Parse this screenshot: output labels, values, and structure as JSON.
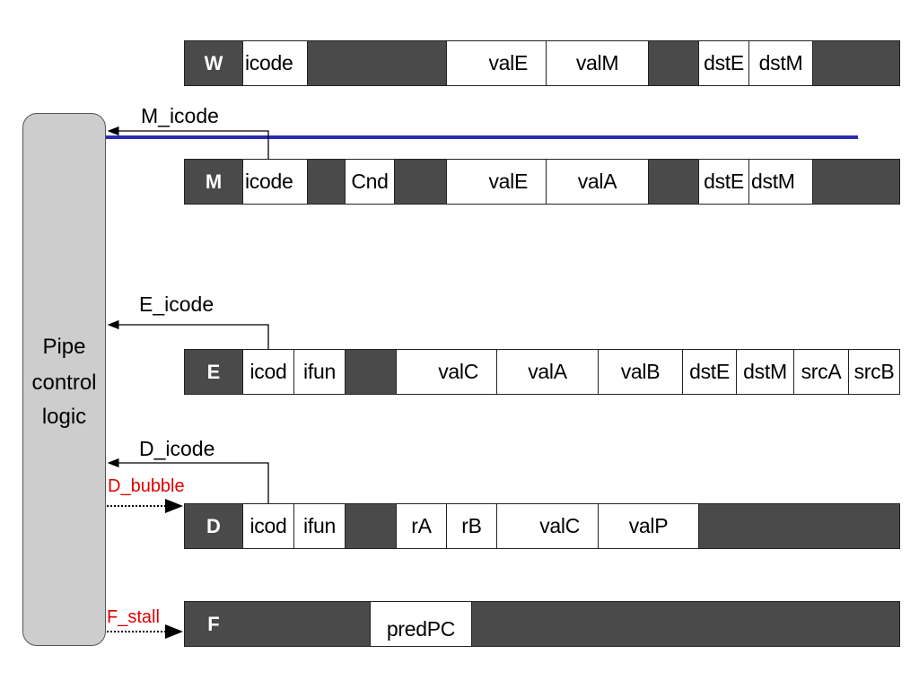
{
  "control": {
    "lines": [
      "Pipe",
      "control",
      "logic"
    ]
  },
  "signals": {
    "m_icode": "M_icode",
    "e_icode": "E_icode",
    "d_icode": "D_icode",
    "d_bubble": "D_bubble",
    "f_stall": "F_stall"
  },
  "colors": {
    "bus": "#2b2bb5",
    "signal_red": "#e00000",
    "register": "#4a4a4a",
    "control": "#cdcdcd"
  },
  "stages": {
    "W": {
      "label": "W",
      "fields": [
        "icode",
        "valE",
        "valM",
        "dstE",
        "dstM"
      ]
    },
    "M": {
      "label": "M",
      "fields": [
        "icode",
        "Cnd",
        "valE",
        "valA",
        "dstE",
        "dstM"
      ]
    },
    "E": {
      "label": "E",
      "fields": [
        "icod",
        "ifun",
        "valC",
        "valA",
        "valB",
        "dstE",
        "dstM",
        "srcA",
        "srcB"
      ]
    },
    "D": {
      "label": "D",
      "fields": [
        "icod",
        "ifun",
        "rA",
        "rB",
        "valC",
        "valP"
      ]
    },
    "F": {
      "label": "F",
      "fields": [
        "predPC"
      ]
    }
  }
}
